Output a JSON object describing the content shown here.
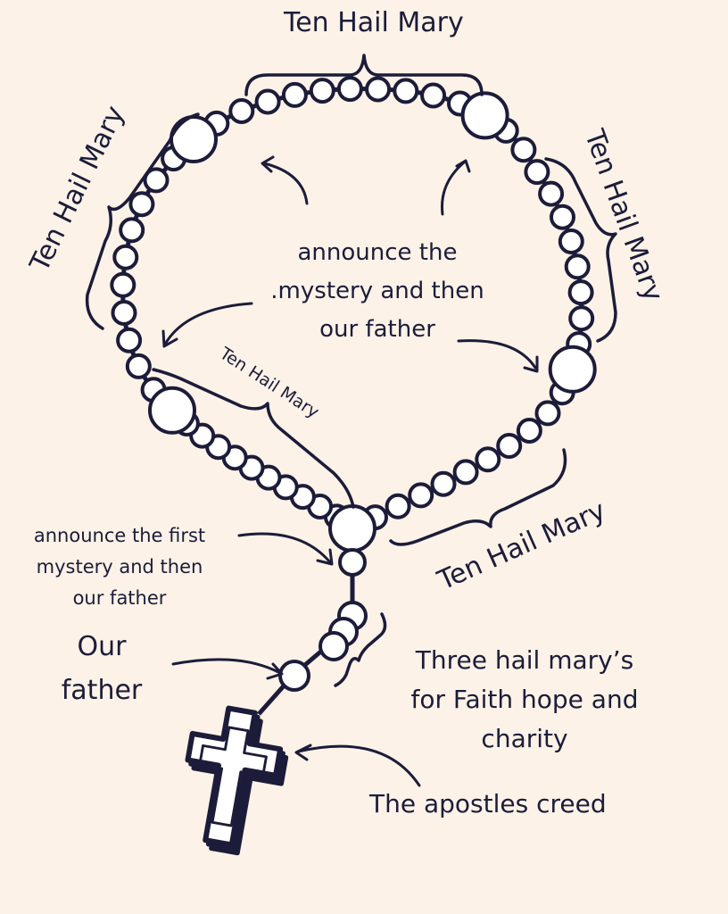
{
  "theme": {
    "background": "#fcf2e7",
    "ink": "#1c1c3a",
    "bead_fill": "#ffffff"
  },
  "labels": {
    "top": "Ten Hail Mary",
    "left": "Ten Hail Mary",
    "right": "Ten Hail Mary",
    "inner": "Ten Hail Mary",
    "bottom": "Ten Hail Mary",
    "announce_center_line1": "announce the",
    "announce_center_line2": ".mystery and then",
    "announce_center_line3": "our father",
    "announce_first_line1": "announce the first",
    "announce_first_line2": "mystery and then",
    "announce_first_line3": "our father",
    "our_father_line1": "Our",
    "our_father_line2": "father",
    "three_hail_line1": "Three hail mary’s",
    "three_hail_line2": "for Faith hope and",
    "three_hail_line3": "charity",
    "apostles_creed": "The apostles creed"
  },
  "icons": {
    "cross": "crucifix-icon",
    "arrows": "curved-arrow-icon",
    "braces": "curly-brace-icon"
  }
}
